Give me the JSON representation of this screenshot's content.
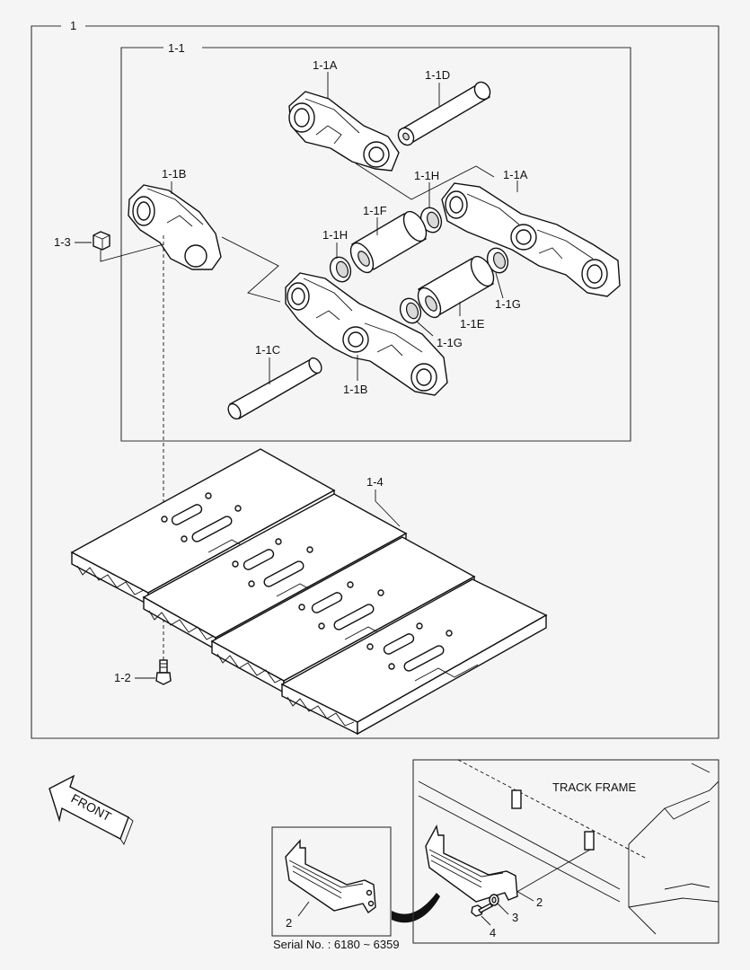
{
  "labels": {
    "assembly": "1",
    "link_assembly": "1-1",
    "link_a_top": "1-1A",
    "link_a_right": "1-1A",
    "link_b_left": "1-1B",
    "link_b_bottom": "1-1B",
    "pin_c": "1-1C",
    "pin_d": "1-1D",
    "bush_e": "1-1E",
    "bush_f": "1-1F",
    "seal_g_right": "1-1G",
    "seal_g_bottom": "1-1G",
    "seal_h_upper": "1-1H",
    "seal_h_left": "1-1H",
    "bolt": "1-2",
    "nut": "1-3",
    "shoe": "1-4",
    "guard_part": "2",
    "guard_part_installed": "2",
    "washer": "3",
    "guard_bolt": "4"
  },
  "front_arrow": "FRONT",
  "track_frame": "TRACK FRAME",
  "serial_note": "Serial No. : 6180 ~ 6359"
}
